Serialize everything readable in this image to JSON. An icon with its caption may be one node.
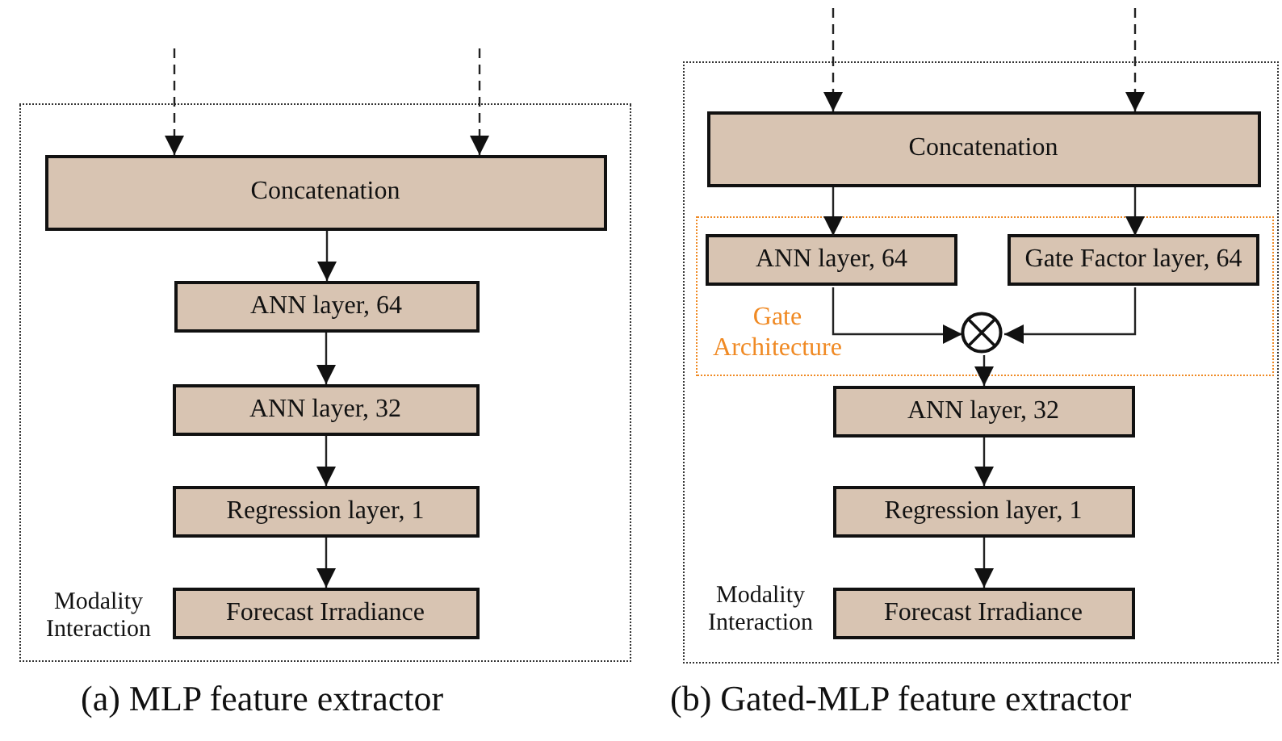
{
  "diagram": {
    "nodes": [
      {
        "text": [
          "Modality Interaction"
        ]
      },
      {
        "text": [
          "Concatenation"
        ],
        "in": 0
      },
      {
        "text": [
          "ANN layer, 64"
        ],
        "in": 0
      },
      {
        "text": [
          "ANN layer, 32"
        ],
        "in": 0
      },
      {
        "text": [
          "Regression layer, 1"
        ],
        "in": 0
      },
      {
        "text": [
          "Forecast Irradiance"
        ],
        "in": 0
      },
      {
        "text": [
          "Modality Interaction"
        ]
      },
      {
        "text": [
          "Concatenation"
        ],
        "in": 6
      },
      {
        "text": [
          "Gate Architecture"
        ],
        "in": 6
      },
      {
        "text": [
          "ANN layer, 64"
        ],
        "in": 8
      },
      {
        "text": [
          "Gate Factor layer, 64"
        ],
        "in": 8
      },
      {
        "text": [],
        "shape": "circle",
        "in": 8
      },
      {
        "text": [
          "ANN layer, 32"
        ],
        "in": 6
      },
      {
        "text": [
          "Regression layer, 1"
        ],
        "in": 6
      },
      {
        "text": [
          "Forecast Irradiance"
        ],
        "in": 6
      }
    ],
    "edges": [
      {
        "from": null,
        "to": 1,
        "arrow": "to",
        "style": "dashed"
      },
      {
        "from": null,
        "to": 1,
        "arrow": "to",
        "style": "dashed"
      },
      {
        "from": 1,
        "to": 2,
        "arrow": "to"
      },
      {
        "from": 2,
        "to": 3,
        "arrow": "to"
      },
      {
        "from": 3,
        "to": 4,
        "arrow": "to"
      },
      {
        "from": 4,
        "to": 5,
        "arrow": "to"
      },
      {
        "from": null,
        "to": 7,
        "arrow": "to",
        "style": "dashed"
      },
      {
        "from": null,
        "to": 7,
        "arrow": "to",
        "style": "dashed"
      },
      {
        "from": 7,
        "to": 9,
        "arrow": "to"
      },
      {
        "from": 7,
        "to": 10,
        "arrow": "to"
      },
      {
        "from": 9,
        "to": 11,
        "arrow": "to"
      },
      {
        "from": 10,
        "to": 11,
        "arrow": "to"
      },
      {
        "from": 11,
        "to": 12,
        "arrow": "to"
      },
      {
        "from": 12,
        "to": 13,
        "arrow": "to"
      },
      {
        "from": 13,
        "to": 14,
        "arrow": "to"
      }
    ],
    "labels": [
      "(a) MLP feature extractor",
      "(b) Gated-MLP feature extractor"
    ]
  }
}
